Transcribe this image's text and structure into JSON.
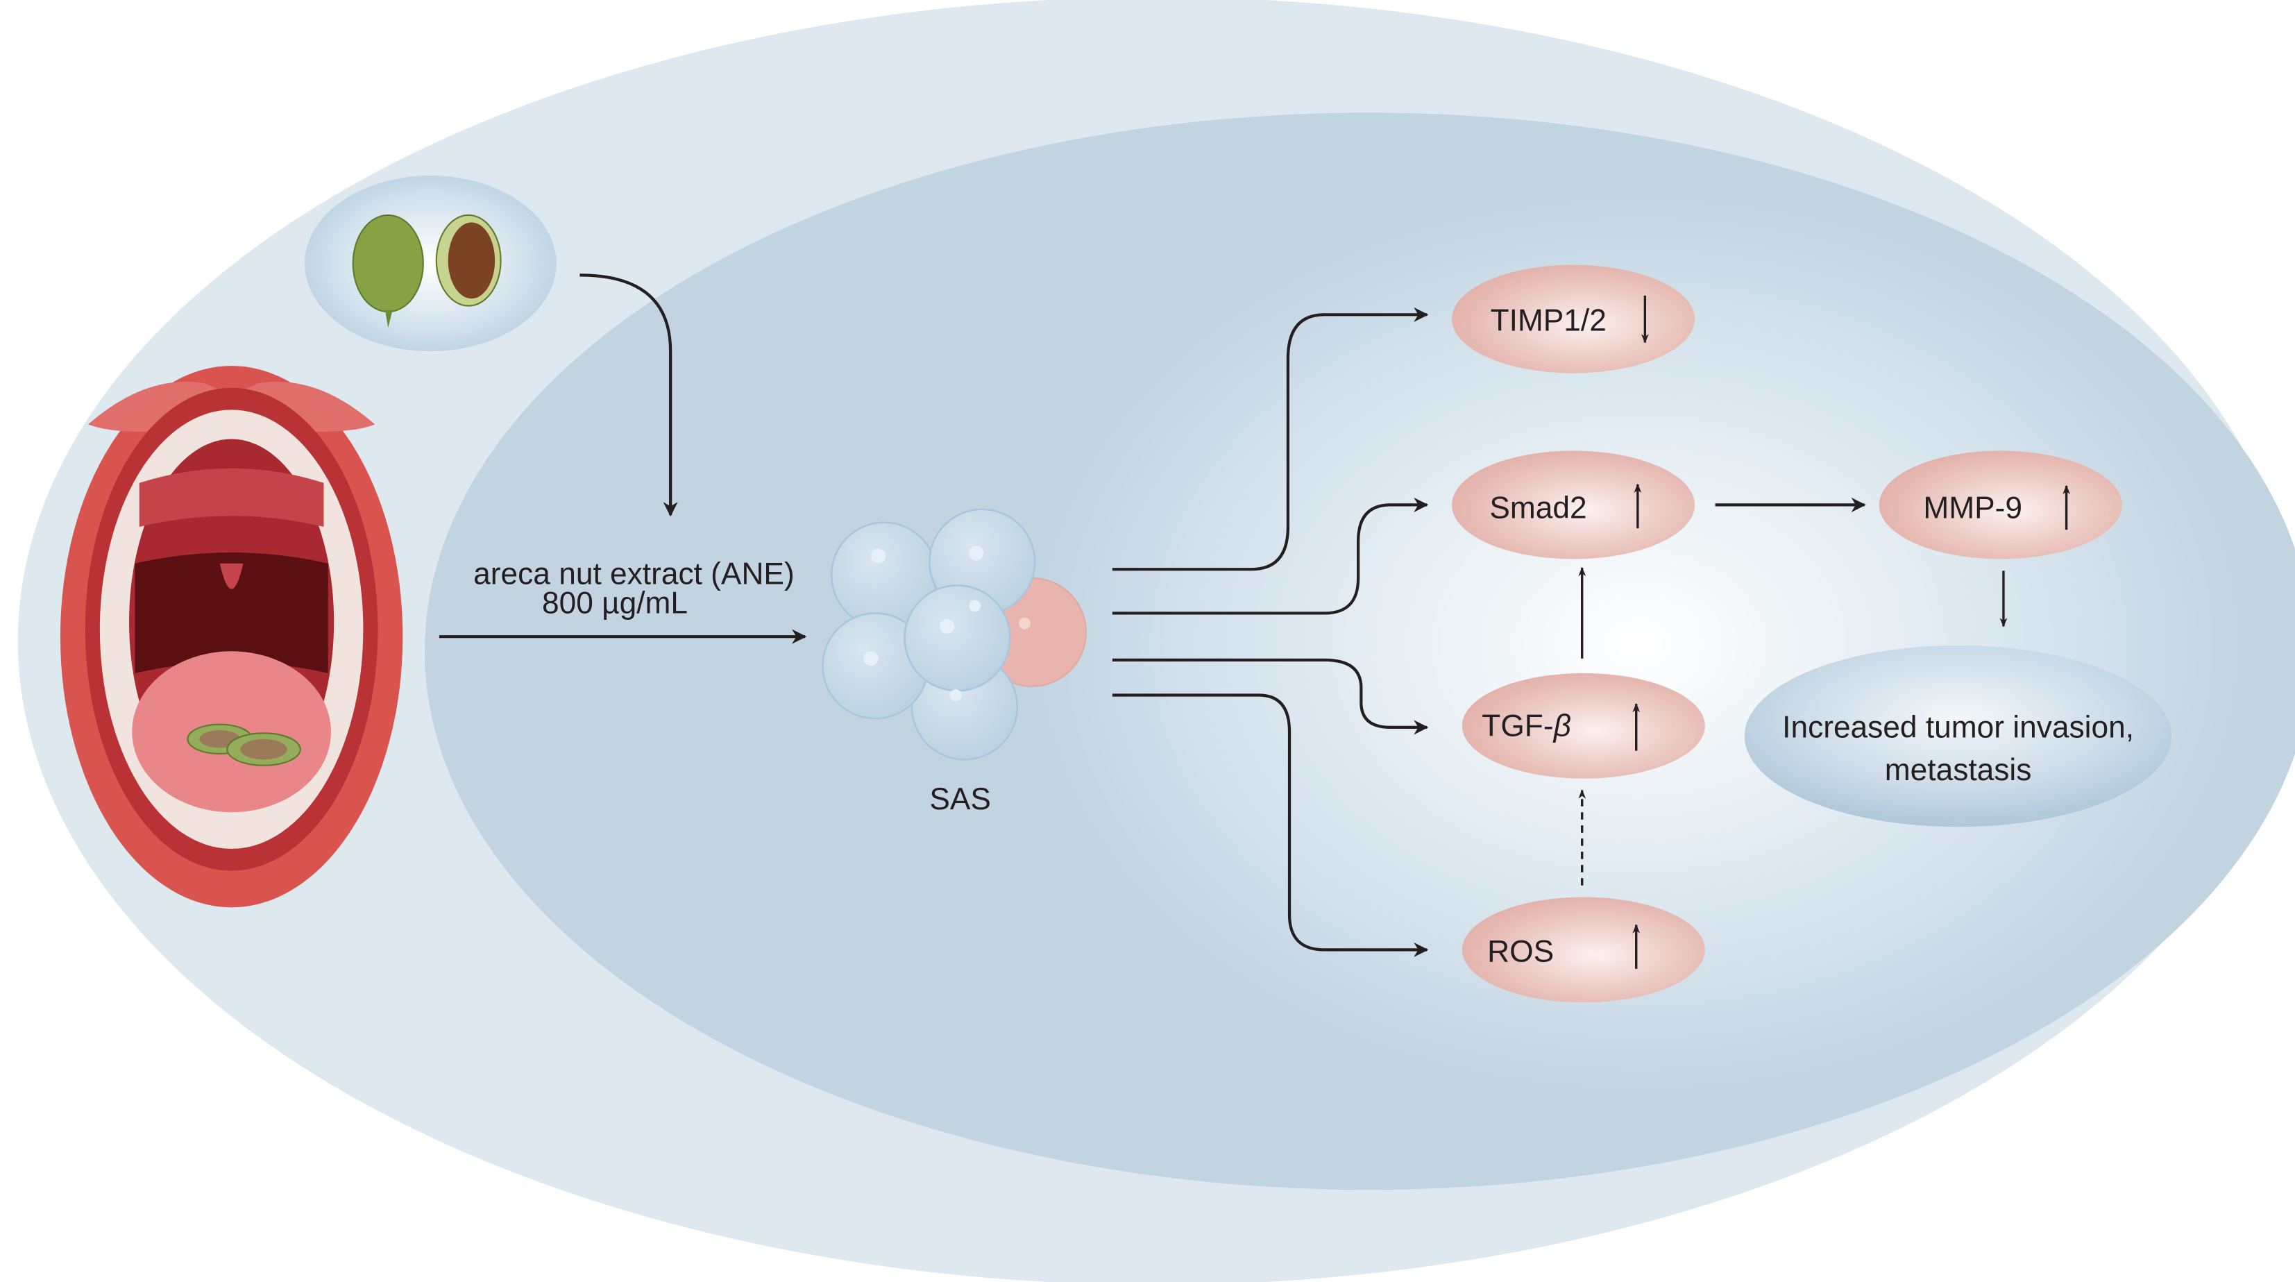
{
  "diagram": {
    "input": {
      "label_line1": "areca nut extract (ANE)",
      "label_line2": "800 µg/mL"
    },
    "cell_label": "SAS",
    "nodes": [
      {
        "id": "timp",
        "label": "TIMP1/2",
        "direction": "down"
      },
      {
        "id": "smad2",
        "label": "Smad2",
        "direction": "up"
      },
      {
        "id": "tgf",
        "label_prefix": "TGF-",
        "label_greek": "β",
        "direction": "up"
      },
      {
        "id": "ros",
        "label": "ROS",
        "direction": "up"
      },
      {
        "id": "mmp9",
        "label": "MMP-9",
        "direction": "up"
      }
    ],
    "outcome": {
      "line1": "Increased tumor invasion,",
      "line2": "metastasis"
    },
    "edges": [
      {
        "from": "areca-nut",
        "to": "ANE-arrow",
        "style": "solid"
      },
      {
        "from": "mouth",
        "to": "SAS",
        "style": "solid"
      },
      {
        "from": "SAS",
        "to": "timp",
        "style": "solid"
      },
      {
        "from": "SAS",
        "to": "smad2",
        "style": "solid"
      },
      {
        "from": "SAS",
        "to": "tgf",
        "style": "solid"
      },
      {
        "from": "SAS",
        "to": "ros",
        "style": "solid"
      },
      {
        "from": "tgf",
        "to": "smad2",
        "style": "solid"
      },
      {
        "from": "ros",
        "to": "tgf",
        "style": "dashed"
      },
      {
        "from": "smad2",
        "to": "mmp9",
        "style": "solid"
      },
      {
        "from": "mmp9",
        "to": "outcome",
        "style": "solid"
      }
    ],
    "colors": {
      "outer": "#dde8ef",
      "middle": "#c3d4e1",
      "inner": "#b8cfdf",
      "node": "#e8b9b3",
      "arrow": "#231f20"
    }
  }
}
